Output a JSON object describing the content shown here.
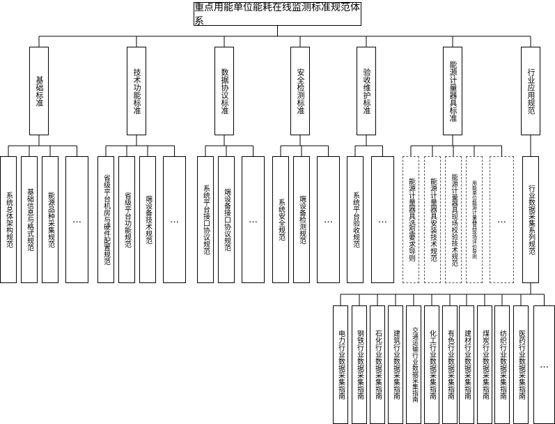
{
  "root": {
    "title": "重点用能单位能耗在线监测标准规范体系"
  },
  "categories": [
    {
      "label": "基础标准",
      "children": [
        "系统总体架构规范",
        "基础信息与格式规范",
        "能源品种采集规范",
        "…"
      ]
    },
    {
      "label": "技术功能标准",
      "children": [
        "省级平台机房与硬件配置规范",
        "省级平台功能规范",
        "端设备技术规范",
        "…"
      ]
    },
    {
      "label": "数据协议标准",
      "children": [
        "系统平台接口协议规范",
        "端设备接口协议规范",
        "…"
      ]
    },
    {
      "label": "安全检测标准",
      "children": [
        "系统安全规范",
        "端设备检测规范",
        "…"
      ]
    },
    {
      "label": "验收维护标准",
      "children": [
        "系统平台验收规范",
        "…"
      ]
    },
    {
      "label": "能源计量器具标准",
      "children": [
        "能源计量器具选型要求导则",
        "能源计量器具安装技术规范",
        "能源计量器具现场校验技术规范",
        "用能单位能源计量器具现场评价导则",
        "…"
      ]
    },
    {
      "label": "行业应用规范",
      "children": [
        "行业数据采集系列规范"
      ]
    }
  ],
  "industry_guides": [
    "电力行业数据采集指南",
    "钢铁行业数据采集指南",
    "石化行业数据采集指南",
    "建筑行业数据采集指南",
    "交通运输行业数据采集指南",
    "化工行业数据采集指南",
    "有色行业数据采集指南",
    "建材行业数据采集指南",
    "煤炭行业数据采集指南",
    "纺织行业数据采集指南",
    "医药行业数据采集指南",
    "…"
  ]
}
